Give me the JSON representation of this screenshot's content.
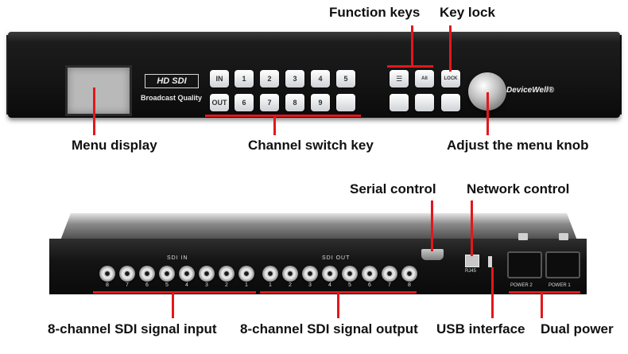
{
  "callouts": {
    "function_keys": "Function keys",
    "key_lock": "Key lock",
    "menu_display": "Menu display",
    "channel_switch_key": "Channel switch key",
    "adjust_knob": "Adjust the menu knob",
    "serial_control": "Serial control",
    "network_control": "Network control",
    "sdi_input": "8-channel SDI signal input",
    "sdi_output": "8-channel SDI signal output",
    "usb_interface": "USB interface",
    "dual_power": "Dual power"
  },
  "front_panel": {
    "badge": "HD SDI",
    "tagline": "Broadcast Quality",
    "brand": "DeviceWell®",
    "row1_keys": [
      "IN",
      "1",
      "2",
      "3",
      "4",
      "5"
    ],
    "row2_keys": [
      "OUT",
      "6",
      "7",
      "8",
      "9",
      ""
    ],
    "function_key_labels": [
      "☰",
      "All",
      "LOCK"
    ]
  },
  "rear_panel": {
    "sdi_in_label": "SDI IN",
    "sdi_out_label": "SDI OUT",
    "in_numbers": [
      "8",
      "7",
      "6",
      "5",
      "4",
      "3",
      "2",
      "1"
    ],
    "out_numbers": [
      "1",
      "2",
      "3",
      "4",
      "5",
      "6",
      "7",
      "8"
    ],
    "rj45_label": "RJ45",
    "power_labels": [
      "POWER 2",
      "POWER 1"
    ]
  },
  "colors": {
    "accent_red": "#e3171c",
    "device_body": "#141414"
  }
}
